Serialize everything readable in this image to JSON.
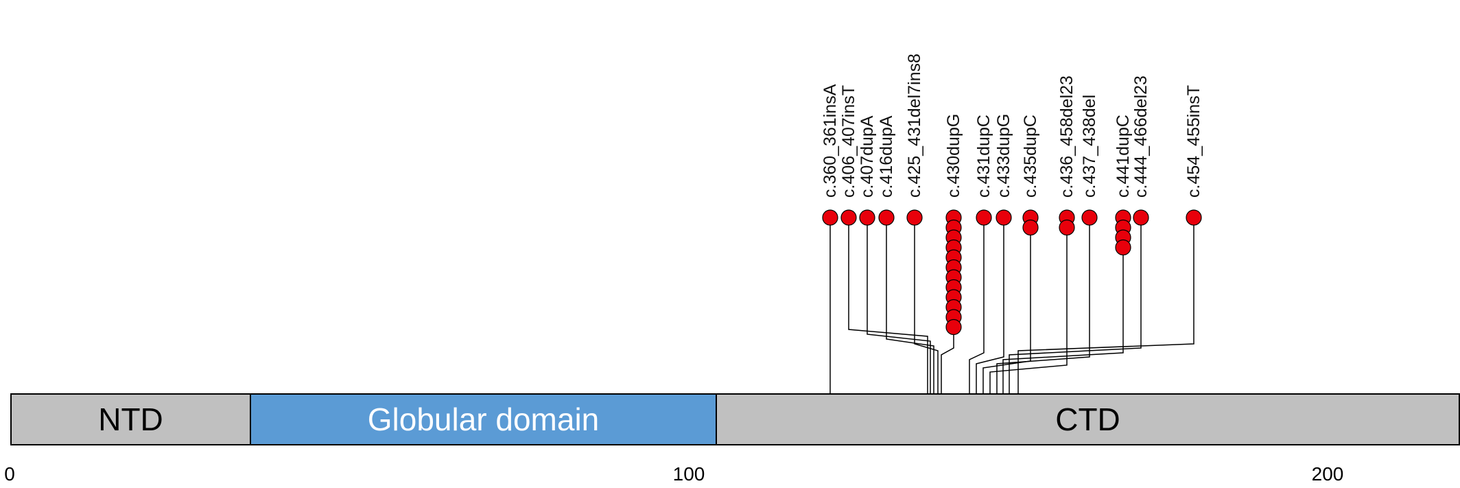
{
  "axis": {
    "ticks": [
      "0",
      "100",
      "200"
    ]
  },
  "domains": [
    {
      "name": "NTD",
      "fill": "#c0c0c0",
      "text_color": "#000000"
    },
    {
      "name": "Globular domain",
      "fill": "#5b9bd5",
      "text_color": "#ffffff"
    },
    {
      "name": "CTD",
      "fill": "#c0c0c0",
      "text_color": "#000000"
    }
  ],
  "mutations": [
    {
      "label": "c.360_361insA",
      "count": 1
    },
    {
      "label": "c.406_407insT",
      "count": 1
    },
    {
      "label": "c.407dupA",
      "count": 1
    },
    {
      "label": "c.416dupA",
      "count": 1
    },
    {
      "label": "c.425_431del7ins8",
      "count": 1
    },
    {
      "label": "c.430dupG",
      "count": 12
    },
    {
      "label": "c.431dupC",
      "count": 1
    },
    {
      "label": "c.433dupG",
      "count": 1
    },
    {
      "label": "c.435dupC",
      "count": 2
    },
    {
      "label": "c.436_458del23",
      "count": 2
    },
    {
      "label": "c.437_438del",
      "count": 1
    },
    {
      "label": "c.441dupC",
      "count": 4
    },
    {
      "label": "c.444_466del23",
      "count": 1
    },
    {
      "label": "c.454_455insT",
      "count": 1
    }
  ],
  "colors": {
    "marker": "#e8000b",
    "marker_outline": "#000000",
    "stem": "#000000"
  }
}
